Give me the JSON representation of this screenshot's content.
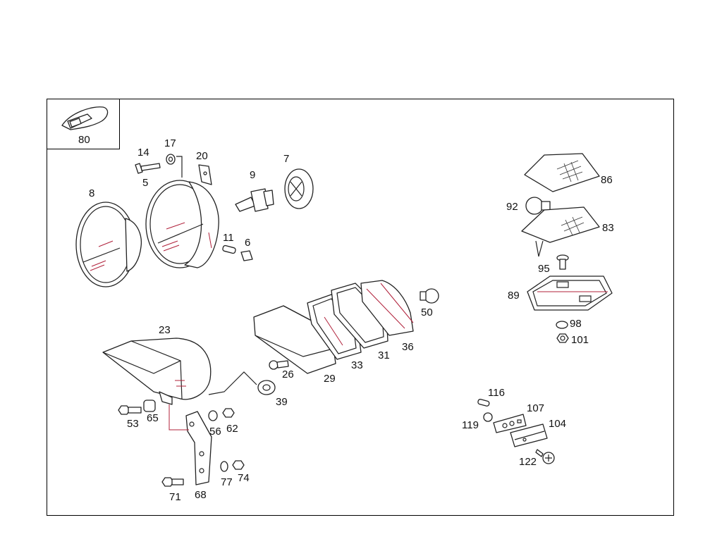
{
  "part_labels": {
    "p80": "80",
    "p14": "14",
    "p17": "17",
    "p20": "20",
    "p7": "7",
    "p5": "5",
    "p9": "9",
    "p8": "8",
    "p11": "11",
    "p6": "6",
    "p86": "86",
    "p92": "92",
    "p83": "83",
    "p95": "95",
    "p89": "89",
    "p50": "50",
    "p98": "98",
    "p101": "101",
    "p23": "23",
    "p26": "26",
    "p29": "29",
    "p33": "33",
    "p31": "31",
    "p36": "36",
    "p39": "39",
    "p53": "53",
    "p65": "65",
    "p56": "56",
    "p62": "62",
    "p71": "71",
    "p68": "68",
    "p77": "77",
    "p74": "74",
    "p116": "116",
    "p107": "107",
    "p119": "119",
    "p104": "104",
    "p122": "122"
  },
  "colors": {
    "line": "#222222",
    "accent": "#b0203a",
    "background": "#ffffff"
  }
}
